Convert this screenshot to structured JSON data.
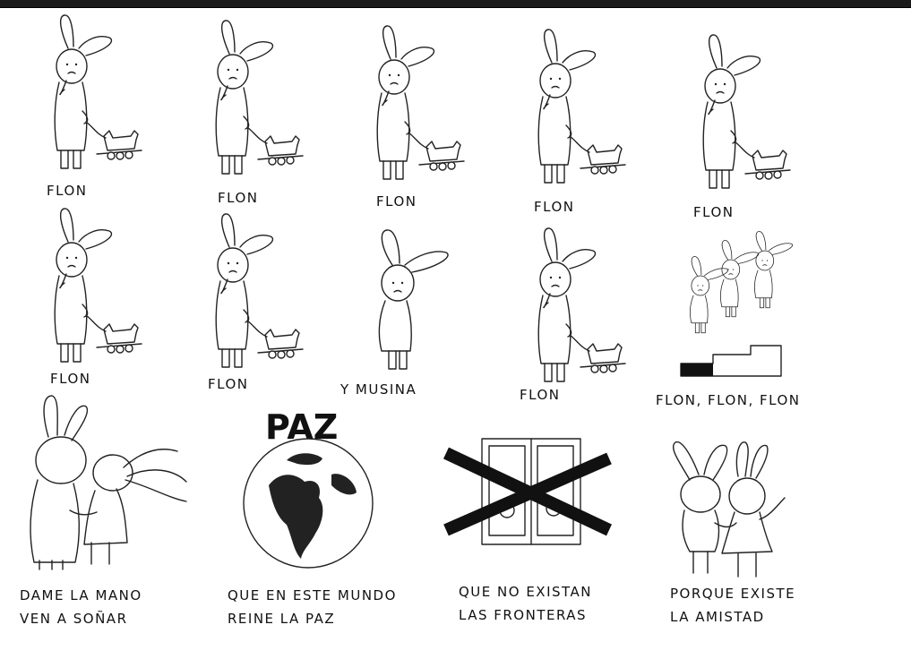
{
  "panels": {
    "r1c1": {
      "caption": "FLON"
    },
    "r1c2": {
      "caption": "FLON"
    },
    "r1c3": {
      "caption": "FLON"
    },
    "r1c4": {
      "caption": "FLON"
    },
    "r1c5": {
      "caption": "FLON"
    },
    "r2c1": {
      "caption": "FLON"
    },
    "r2c2": {
      "caption": "FLON"
    },
    "r2c3": {
      "caption": "Y MUSINA"
    },
    "r2c4": {
      "caption": "FLON"
    },
    "r2c5": {
      "caption": "FLON, FLON, FLON"
    },
    "r3c1": {
      "caption": "DAME LA MANO\nVEN A SOÑAR"
    },
    "r3c2": {
      "caption": "QUE EN ESTE MUNDO\nREINE LA PAZ",
      "globe_word": "PAZ"
    },
    "r3c3": {
      "caption": "QUE NO EXISTAN\nLAS FRONTERAS"
    },
    "r3c4": {
      "caption": "PORQUE EXISTE\nLA AMISTAD"
    }
  },
  "icons": {
    "bunny_with_dog": "bunny-holding-toy-dog-icon",
    "bunny_alone": "bunny-standing-icon",
    "bunnies_podium": "three-bunnies-on-podium-icon",
    "bunnies_handshake": "two-bunnies-holding-hands-icon",
    "globe": "globe-icon",
    "window_crossed": "crossed-out-window-icon",
    "bunnies_hug": "two-bunnies-hugging-icon"
  },
  "colors": {
    "ink": "#222222",
    "background": "#ffffff",
    "topbar": "#1a1a1a"
  }
}
